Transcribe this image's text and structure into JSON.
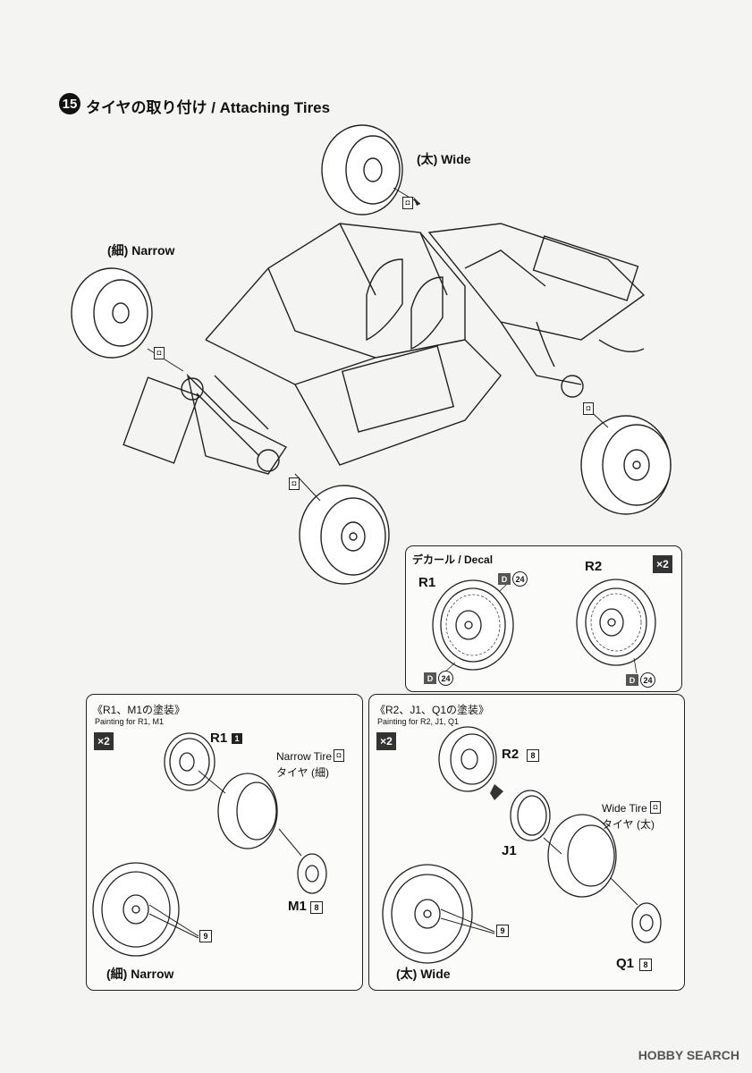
{
  "step": {
    "number": "15",
    "title": "タイヤの取り付け / Attaching Tires"
  },
  "main": {
    "wide_label": "(太) Wide",
    "narrow_label": "(細) Narrow",
    "tire_icon": "tire-icon"
  },
  "decal_box": {
    "title": "デカール / Decal",
    "r1_label": "R1",
    "r2_label": "R2",
    "multiplier": "×2",
    "decal_letter": "D",
    "decal_number": "24"
  },
  "left_box": {
    "title": "《R1、M1の塗装》",
    "subtitle": "Painting for R1, M1",
    "multiplier": "×2",
    "r1_label": "R1",
    "r1_num": "1",
    "tire_en": "Narrow Tire",
    "tire_jp": "タイヤ (細)",
    "m1_label": "M1",
    "m1_num": "8",
    "paint_num": "9",
    "bottom_label": "(細) Narrow"
  },
  "right_box": {
    "title": "《R2、J1、Q1の塗装》",
    "subtitle": "Painting for R2, J1, Q1",
    "multiplier": "×2",
    "r2_label": "R2",
    "r2_num": "8",
    "j1_label": "J1",
    "tire_en": "Wide Tire",
    "tire_jp": "タイヤ (太)",
    "q1_label": "Q1",
    "q1_num": "8",
    "paint_num": "9",
    "bottom_label": "(太) Wide"
  },
  "footer": {
    "watermark": "HOBBY SEARCH"
  }
}
